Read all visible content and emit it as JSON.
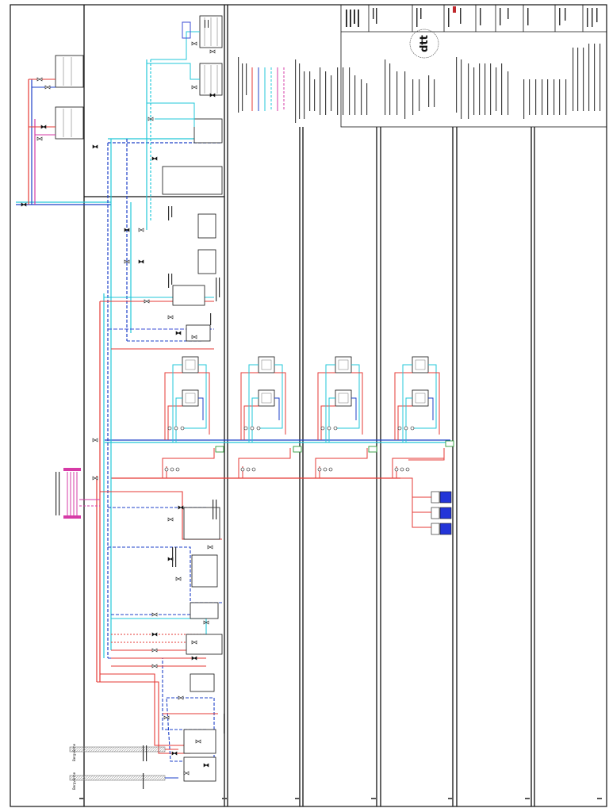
{
  "company": {
    "logo_text": "dtt"
  },
  "colors": {
    "supply_red": "#e53935",
    "return_blue": "#1e40c8",
    "dashed_blue": "#3b4cd6",
    "cyan": "#22c7d8",
    "magenta": "#d63aa6",
    "green_tag": "#2e9c3a",
    "frame": "#111111",
    "grey": "#9a9a9a",
    "unit_blue": "#2335d8"
  },
  "labels": {
    "heat_source_1": "Bergvärme",
    "heat_source_2": "Bergvärme"
  }
}
